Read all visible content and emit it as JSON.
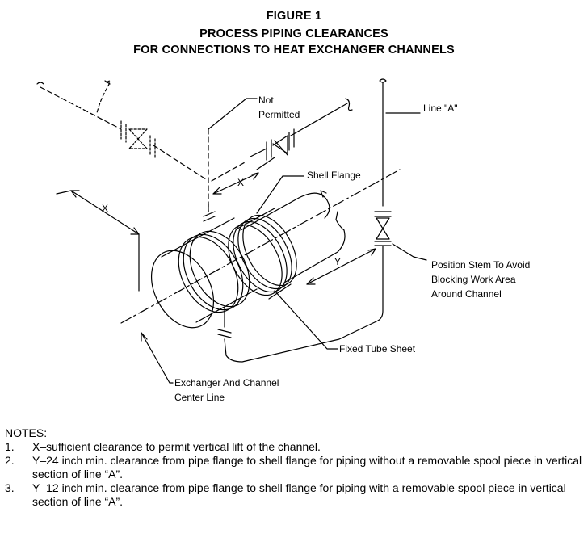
{
  "figure": {
    "title_line1": "FIGURE 1",
    "title_line2": "PROCESS PIPING CLEARANCES",
    "title_line3": "FOR CONNECTIONS TO HEAT EXCHANGER CHANNELS"
  },
  "labels": {
    "not_permitted_1": "Not",
    "not_permitted_2": "Permitted",
    "line_a": "Line \"A\"",
    "shell_flange": "Shell Flange",
    "x_upper": "X",
    "x_left": "X",
    "y": "Y",
    "position_stem_1": "Position Stem To Avoid",
    "position_stem_2": "Blocking Work Area",
    "position_stem_3": "Around Channel",
    "fixed_tube_sheet": "Fixed Tube Sheet",
    "center_line_1": "Exchanger And Channel",
    "center_line_2": "Center Line"
  },
  "notes": {
    "heading": "NOTES:",
    "items": [
      {
        "num": "1.",
        "text": "X–sufficient clearance to permit vertical lift of the channel."
      },
      {
        "num": "2.",
        "text": "Y–24 inch min. clearance from pipe flange to shell flange for piping without a removable spool piece in vertical section of line “A”."
      },
      {
        "num": "3.",
        "text": "Y–12 inch min. clearance from pipe flange to shell flange for piping with a removable spool piece in vertical section of line “A”."
      }
    ]
  }
}
